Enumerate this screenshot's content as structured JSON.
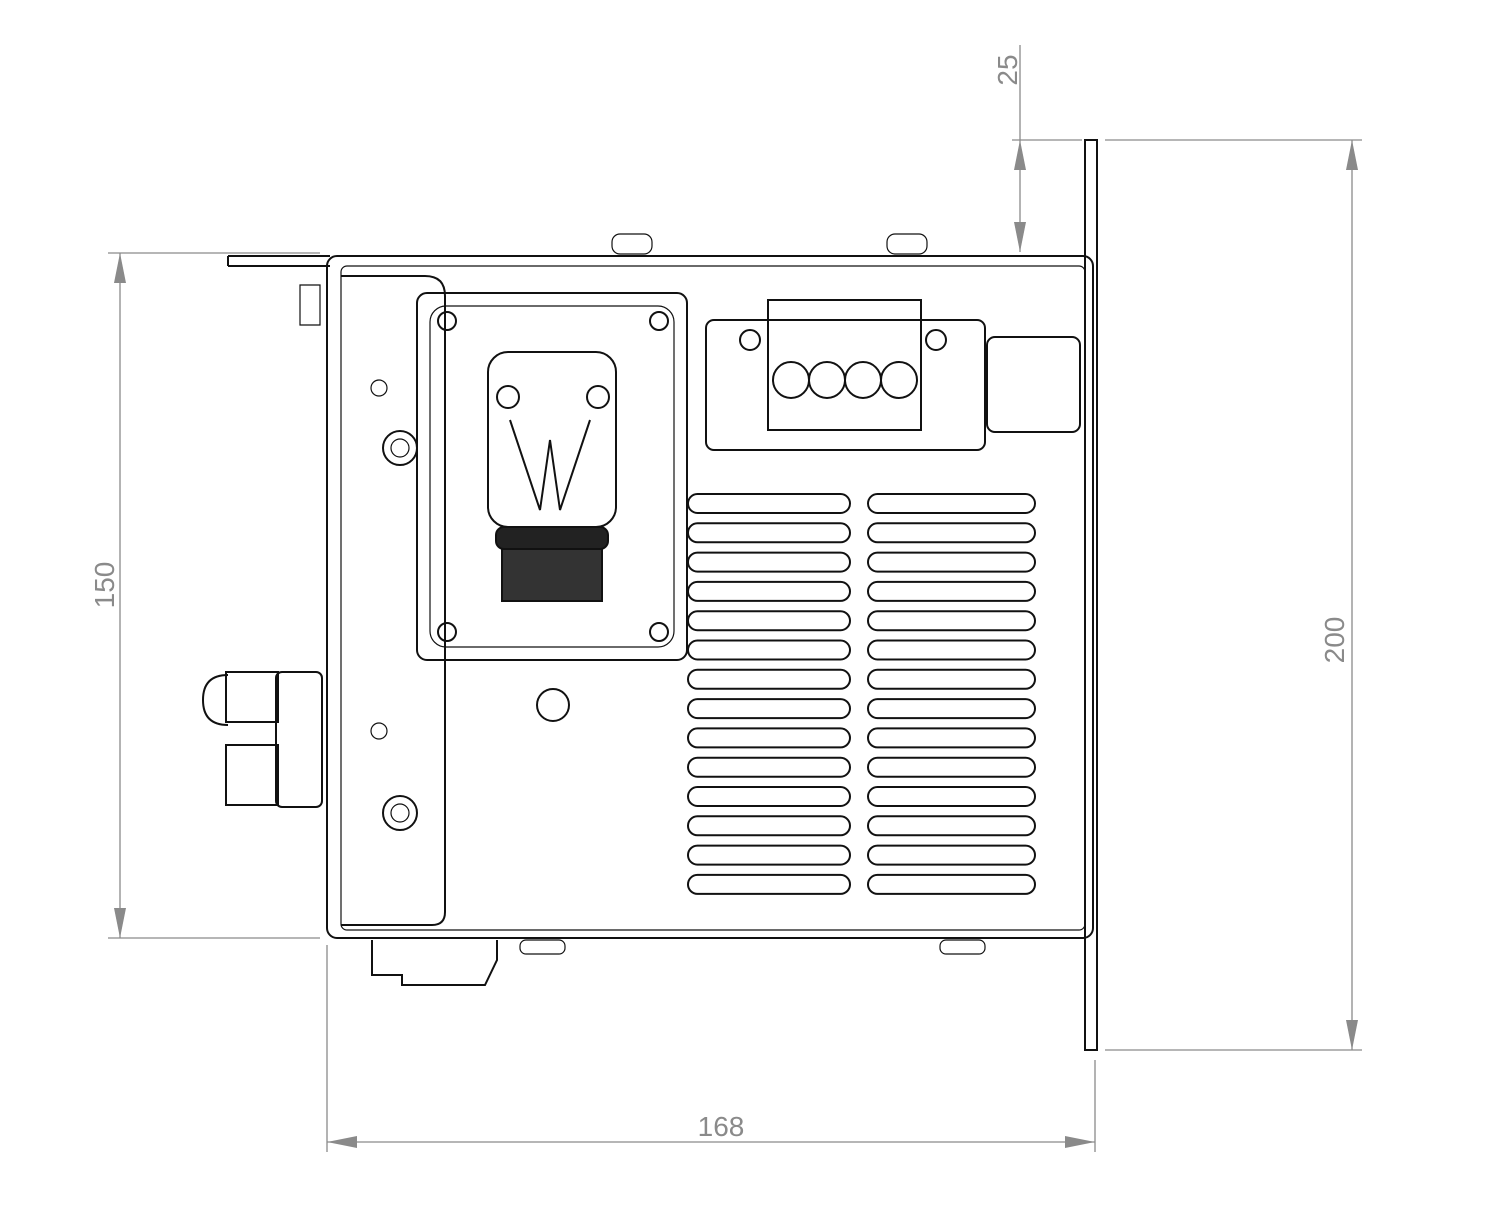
{
  "dimensions": {
    "height_body": "150",
    "height_total": "200",
    "flange_offset": "25",
    "width": "168"
  },
  "vents": {
    "left_rows": 14,
    "right_rows": 14
  }
}
